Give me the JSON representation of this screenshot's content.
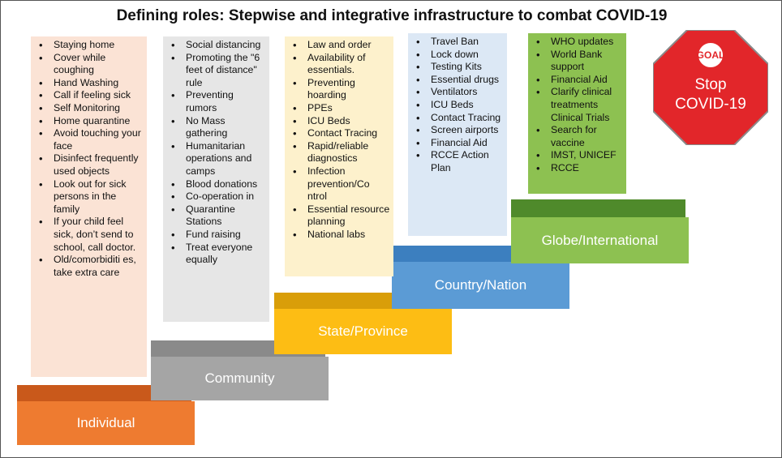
{
  "title": "Defining roles: Stepwise and integrative infrastructure to combat COVID-19",
  "columns": [
    {
      "name": "individual-list",
      "bg": "#fbe3d5",
      "items": [
        "Staying home",
        "Cover while coughing",
        "Hand Washing",
        "Call if feeling sick",
        "Self Monitoring",
        "Home quarantine",
        "Avoid touching your face",
        "Disinfect frequently used objects",
        "Look out for sick persons in the family",
        "If your child feel sick, don’t send to school, call doctor.",
        "Old/comorbiditi es, take extra care"
      ]
    },
    {
      "name": "community-list",
      "bg": "#e6e6e6",
      "items": [
        "Social distancing",
        "Promoting the \"6 feet of distance\" rule",
        "Preventing rumors",
        "No Mass gathering",
        "Humanitarian operations and camps",
        "Blood donations",
        "Co-operation in",
        "Quarantine Stations",
        "Fund raising",
        "Treat everyone equally"
      ]
    },
    {
      "name": "state-list",
      "bg": "#fdf1cc",
      "items": [
        "Law and order",
        "Availability of essentials.",
        "Preventing hoarding",
        "PPEs",
        "ICU Beds",
        "Contact Tracing",
        "Rapid/reliable diagnostics",
        "Infection prevention/Co ntrol",
        "Essential resource planning",
        "National labs"
      ]
    },
    {
      "name": "country-list",
      "bg": "#dce8f5",
      "items": [
        "Travel Ban",
        "Lock down",
        "Testing Kits",
        "Essential drugs",
        "Ventilators",
        "ICU Beds",
        "Contact Tracing",
        "Screen airports",
        "Financial Aid",
        "RCCE Action Plan"
      ]
    },
    {
      "name": "global-list",
      "bg": "#8dc151",
      "items": [
        "WHO updates",
        "World Bank support",
        "Financial Aid",
        "Clarify clinical treatments Clinical Trials",
        "Search for vaccine",
        "IMST, UNICEF",
        "RCCE"
      ]
    }
  ],
  "steps": [
    {
      "label": "Individual",
      "front": "#ee7b30",
      "top": "#c9591b"
    },
    {
      "label": "Community",
      "front": "#a5a5a5",
      "top": "#8a8a8a"
    },
    {
      "label": "State/Province",
      "front": "#fdbd14",
      "top": "#d99e09"
    },
    {
      "label": "Country/Nation",
      "front": "#5b9bd5",
      "top": "#3c7fbf"
    },
    {
      "label": "Globe/International",
      "front": "#8dc151",
      "top": "#4f8a2b"
    }
  ],
  "goal": {
    "badge": "GOAL",
    "line1": "Stop",
    "line2": "COVID-19",
    "color": "#e2262a"
  }
}
